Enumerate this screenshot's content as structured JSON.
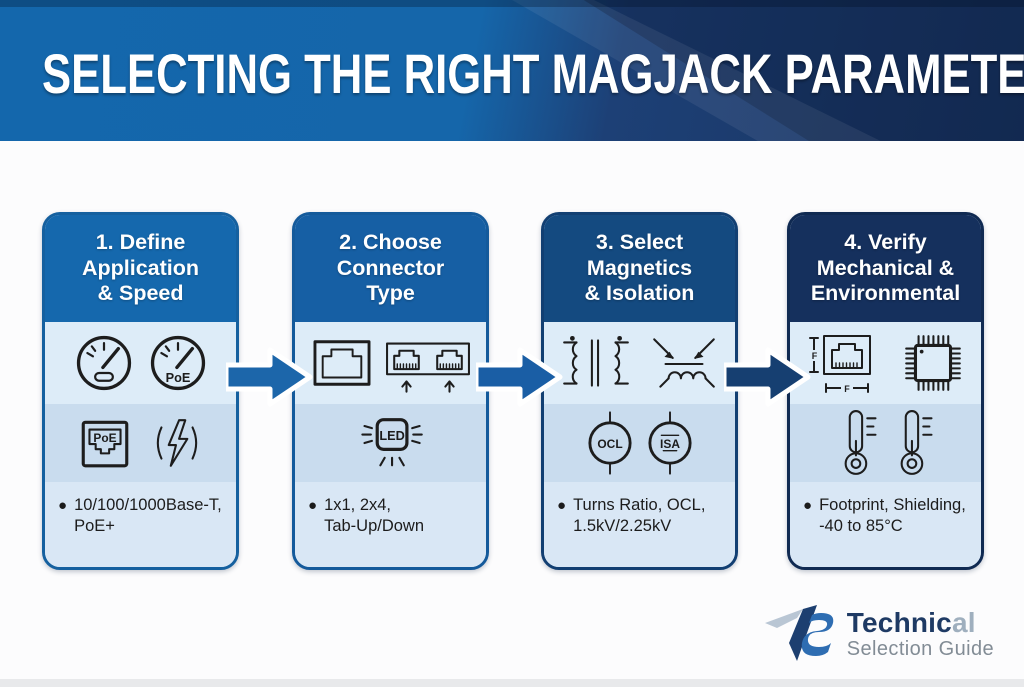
{
  "banner": {
    "title": "SELECTING THE RIGHT MAGJACK PARAMETERS"
  },
  "steps": [
    {
      "title": "1. Define\nApplication\n& Speed",
      "bullet": "10/100/1000Base-T,\nPoE+",
      "icons": [
        "speedometer",
        "speedometer-poe",
        "poe-jack",
        "lightning-bolt"
      ]
    },
    {
      "title": "2. Choose\nConnector\nType",
      "bullet": "1x1, 2x4,\nTab-Up/Down",
      "icons": [
        "rj45-port",
        "dual-rj45-ports",
        "led-indicator"
      ]
    },
    {
      "title": "3. Select\nMagnetics\n& Isolation",
      "bullet": "Turns Ratio, OCL,\n1.5kV/2.25kV",
      "icons": [
        "transformer",
        "isolation",
        "ocl-circle",
        "isa-circle"
      ]
    },
    {
      "title": "4. Verify\nMechanical &\nEnvironmental",
      "bullet": "Footprint, Shielding,\n-40 to 85°C",
      "icons": [
        "footprint-dimensions",
        "ic-chip",
        "thermometer",
        "thermometer"
      ]
    }
  ],
  "icon_text": {
    "bullet_char": "●",
    "poe": "PoE",
    "led": "LED",
    "ocl": "OCL",
    "isa": "ISA",
    "f": "F"
  },
  "logo": {
    "name_dark": "Technic",
    "name_light": "al",
    "subtitle": "Selection Guide"
  },
  "colors": {
    "banner_gradient_left": "#1467ac",
    "banner_gradient_right": "#18335f",
    "card_header_1": "#1568ad",
    "card_header_2": "#165fa4",
    "card_header_3": "#144a80",
    "card_header_4": "#15305d",
    "band_icons_top": "#ddecf8",
    "band_icons_bottom": "#c9dcee",
    "band_text": "#d9e7f5",
    "arrow_1": "#1c66aa",
    "arrow_2": "#1a5ea5",
    "arrow_3": "#163f71",
    "icon_stroke": "#1d1d1d",
    "logo_navy": "#1e3a64",
    "logo_gray": "#828c95"
  }
}
